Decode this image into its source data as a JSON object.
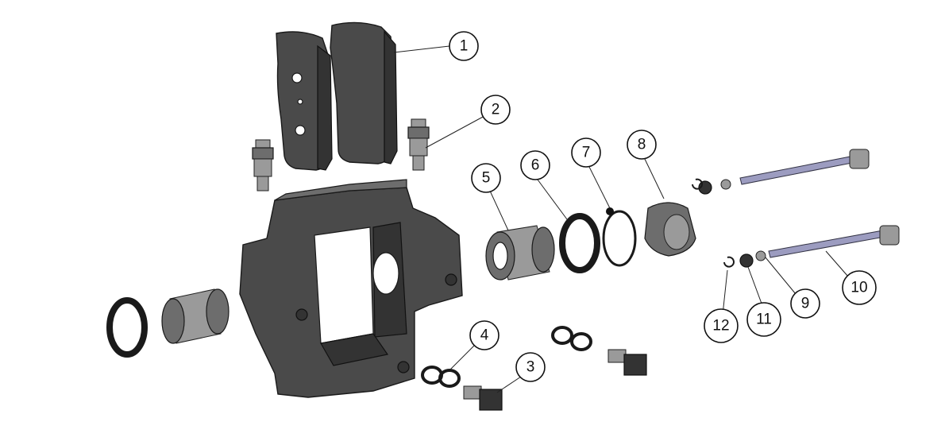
{
  "diagram": {
    "callouts": [
      {
        "id": 1,
        "label": "1"
      },
      {
        "id": 2,
        "label": "2"
      },
      {
        "id": 3,
        "label": "3"
      },
      {
        "id": 4,
        "label": "4"
      },
      {
        "id": 5,
        "label": "5"
      },
      {
        "id": 6,
        "label": "6"
      },
      {
        "id": 7,
        "label": "7"
      },
      {
        "id": 8,
        "label": "8"
      },
      {
        "id": 9,
        "label": "9"
      },
      {
        "id": 10,
        "label": "10"
      },
      {
        "id": 11,
        "label": "11"
      },
      {
        "id": 12,
        "label": "12"
      }
    ],
    "colors": {
      "background": "#ffffff",
      "part_dark": "#4a4a4a",
      "part_light": "#9a9a9a",
      "pin": "#9c9cc0"
    }
  }
}
